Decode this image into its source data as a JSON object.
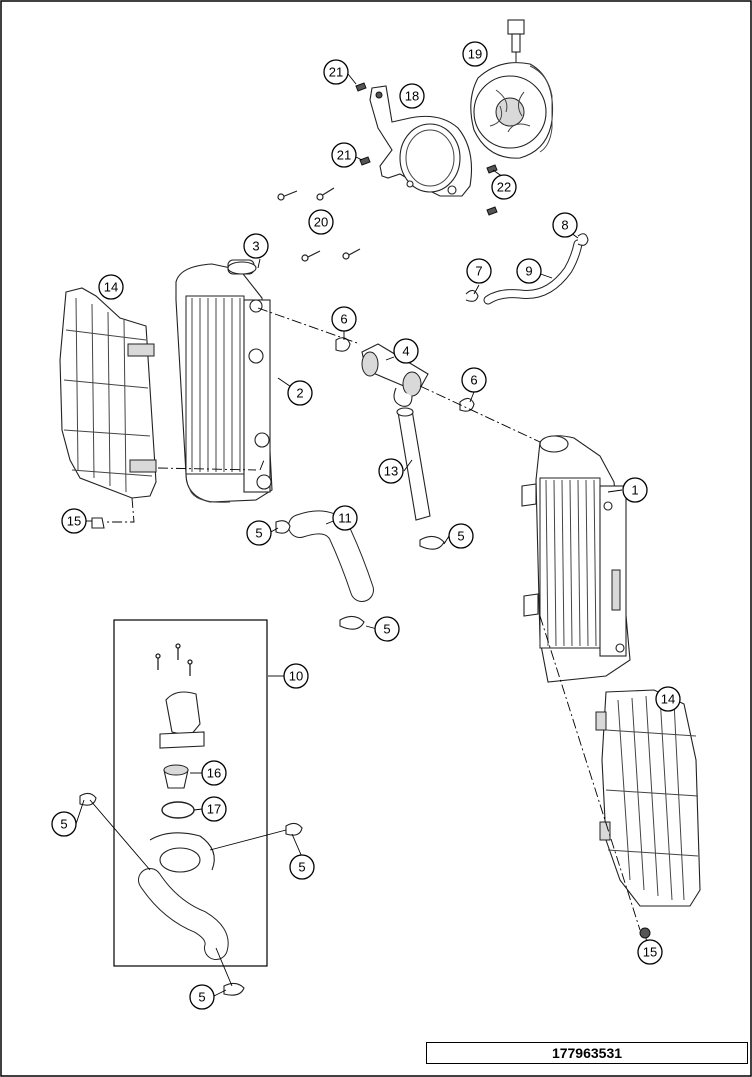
{
  "diagram": {
    "document_number": "177963531",
    "callouts": [
      {
        "id": "c21a",
        "label": "21"
      },
      {
        "id": "c19",
        "label": "19"
      },
      {
        "id": "c18",
        "label": "18"
      },
      {
        "id": "c21b",
        "label": "21"
      },
      {
        "id": "c22",
        "label": "22"
      },
      {
        "id": "c20",
        "label": "20"
      },
      {
        "id": "c8",
        "label": "8"
      },
      {
        "id": "c3",
        "label": "3"
      },
      {
        "id": "c7",
        "label": "7"
      },
      {
        "id": "c9",
        "label": "9"
      },
      {
        "id": "c14a",
        "label": "14"
      },
      {
        "id": "c6a",
        "label": "6"
      },
      {
        "id": "c4",
        "label": "4"
      },
      {
        "id": "c6b",
        "label": "6"
      },
      {
        "id": "c2",
        "label": "2"
      },
      {
        "id": "c13",
        "label": "13"
      },
      {
        "id": "c1",
        "label": "1"
      },
      {
        "id": "c15a",
        "label": "15"
      },
      {
        "id": "c11",
        "label": "11"
      },
      {
        "id": "c5a",
        "label": "5"
      },
      {
        "id": "c5b",
        "label": "5"
      },
      {
        "id": "c5c",
        "label": "5"
      },
      {
        "id": "c10",
        "label": "10"
      },
      {
        "id": "c14b",
        "label": "14"
      },
      {
        "id": "c16",
        "label": "16"
      },
      {
        "id": "c17",
        "label": "17"
      },
      {
        "id": "c5d",
        "label": "5"
      },
      {
        "id": "c5e",
        "label": "5"
      },
      {
        "id": "c15b",
        "label": "15"
      },
      {
        "id": "c5f",
        "label": "5"
      }
    ]
  }
}
